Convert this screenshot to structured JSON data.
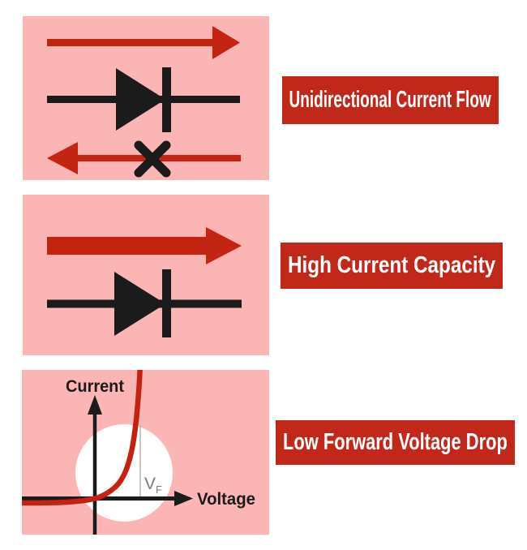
{
  "colors": {
    "page_bg": "#ffffff",
    "panel_bg": "#fab5b4",
    "badge_bg": "#c2281a",
    "badge_text": "#ffffff",
    "arrow_red": "#c32512",
    "curve_red": "#c52113",
    "ink": "#1b1b1b",
    "axis_gray": "#b3b3b3",
    "vf_text_gray": "#7b7b7b",
    "highlight_circle": "#ffffff"
  },
  "features": [
    {
      "id": "unidirectional-current-flow",
      "label": "Unidirectional Current Flow"
    },
    {
      "id": "high-current-capacity",
      "label": "High Current Capacity"
    },
    {
      "id": "low-forward-voltage-drop",
      "label": "Low Forward Voltage Drop"
    }
  ],
  "iv_chart": {
    "ylabel": "Current",
    "xlabel": "Voltage",
    "threshold": {
      "base": "V",
      "sub": "F"
    }
  },
  "chart_data": {
    "type": "line",
    "title": "",
    "xlabel": "Voltage",
    "ylabel": "Current",
    "legend": false,
    "annotations": [
      {
        "text": "VF",
        "meaning": "forward voltage threshold at the knee of the diode I-V curve"
      }
    ],
    "series": [
      {
        "name": "diode-iv-curve",
        "description": "near-zero (slightly negative) current for reverse voltage, steep exponential rise past VF",
        "points_svg": [
          [
            0,
            164
          ],
          [
            40,
            164
          ],
          [
            70,
            162
          ],
          [
            90,
            159
          ],
          [
            100,
            155
          ],
          [
            110,
            149
          ],
          [
            119,
            141
          ],
          [
            126,
            130
          ],
          [
            131,
            117
          ],
          [
            136,
            98
          ],
          [
            140,
            72
          ],
          [
            143,
            42
          ],
          [
            145,
            14
          ],
          [
            146,
            -8
          ]
        ]
      }
    ]
  }
}
